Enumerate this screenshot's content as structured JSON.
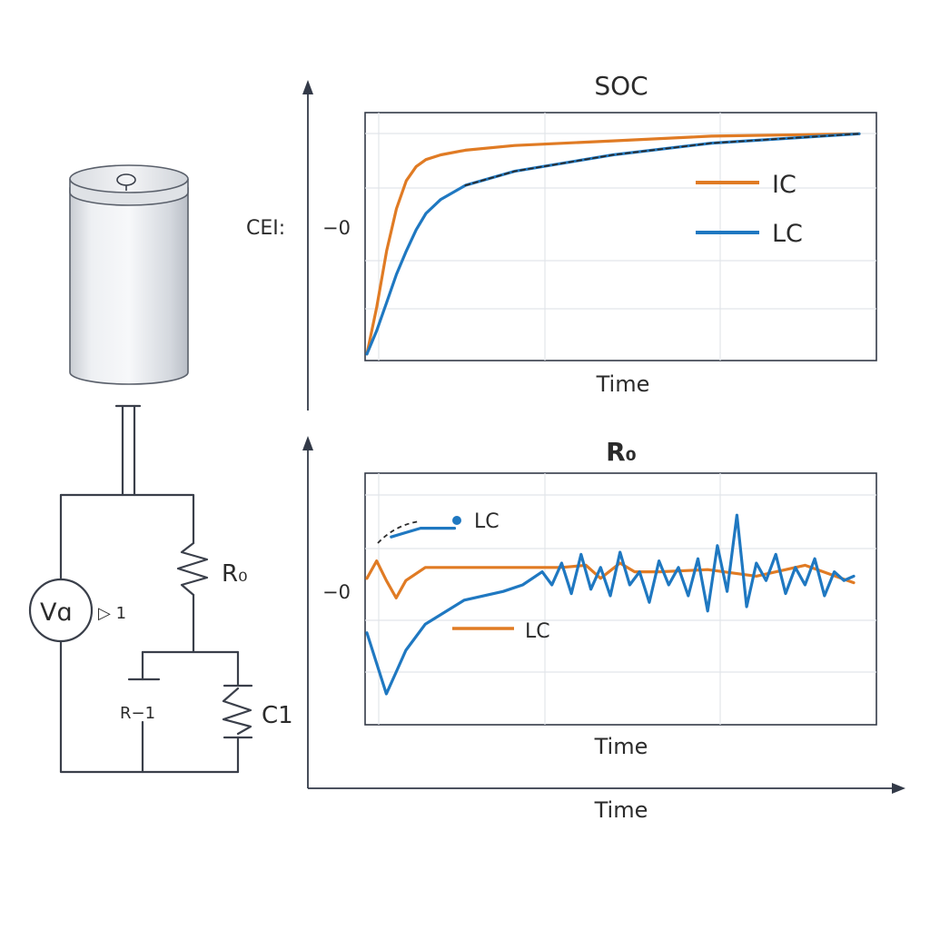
{
  "diagram": {
    "circuit": {
      "source_label": "Vɑ",
      "source_arrow_label": "▷ 1",
      "r0_label": "R₀",
      "r1_label": "R−1",
      "c1_label": "C1"
    },
    "y_axis_label": "CEI:",
    "x_axis_label": "Time"
  },
  "chart_data": [
    {
      "type": "line",
      "title": "SOC",
      "xlabel": "Time",
      "ylabel": "",
      "ytick_labels": [
        "−0"
      ],
      "legend_position": "right",
      "grid": true,
      "xlim": [
        0,
        1
      ],
      "ylim": [
        0,
        1
      ],
      "series": [
        {
          "name": "IC",
          "color": "#e07b24",
          "x": [
            0.0,
            0.02,
            0.04,
            0.06,
            0.08,
            0.1,
            0.12,
            0.15,
            0.2,
            0.3,
            0.5,
            0.7,
            1.0
          ],
          "y": [
            0.02,
            0.22,
            0.46,
            0.64,
            0.76,
            0.82,
            0.85,
            0.87,
            0.89,
            0.91,
            0.93,
            0.95,
            0.96
          ]
        },
        {
          "name": "LC",
          "color": "#1f78c1",
          "x": [
            0.0,
            0.02,
            0.04,
            0.06,
            0.08,
            0.1,
            0.12,
            0.15,
            0.2,
            0.3,
            0.5,
            0.7,
            1.0
          ],
          "y": [
            0.02,
            0.12,
            0.24,
            0.36,
            0.46,
            0.55,
            0.62,
            0.68,
            0.74,
            0.8,
            0.87,
            0.92,
            0.96
          ]
        },
        {
          "name": "",
          "color": "#2b2b2b",
          "dashed": true,
          "x": [
            0.2,
            0.3,
            0.5,
            0.7,
            1.0
          ],
          "y": [
            0.74,
            0.8,
            0.87,
            0.92,
            0.96
          ]
        }
      ]
    },
    {
      "type": "line",
      "title": "R₀",
      "xlabel": "Time",
      "ylabel": "",
      "ytick_labels": [
        "−0"
      ],
      "grid": true,
      "xlim": [
        0,
        1
      ],
      "ylim": [
        0,
        1
      ],
      "annotations": [
        "LC",
        "LC"
      ],
      "series": [
        {
          "name": "",
          "color": "#e07b24",
          "x": [
            0.0,
            0.02,
            0.04,
            0.06,
            0.08,
            0.12,
            0.2,
            0.3,
            0.4,
            0.45,
            0.48,
            0.52,
            0.55,
            0.6,
            0.7,
            0.8,
            0.9,
            1.0
          ],
          "y": [
            0.63,
            0.71,
            0.62,
            0.54,
            0.62,
            0.68,
            0.68,
            0.68,
            0.68,
            0.69,
            0.63,
            0.7,
            0.66,
            0.66,
            0.67,
            0.64,
            0.69,
            0.61
          ]
        },
        {
          "name": "",
          "color": "#1f78c1",
          "x": [
            0.0,
            0.04,
            0.06,
            0.08,
            0.12,
            0.2,
            0.28,
            0.32,
            0.36,
            0.38,
            0.4,
            0.42,
            0.44,
            0.46,
            0.48,
            0.5,
            0.52,
            0.54,
            0.56,
            0.58,
            0.6,
            0.62,
            0.64,
            0.66,
            0.68,
            0.7,
            0.72,
            0.74,
            0.76,
            0.78,
            0.8,
            0.82,
            0.84,
            0.86,
            0.88,
            0.9,
            0.92,
            0.94,
            0.96,
            0.98,
            1.0
          ],
          "y": [
            0.38,
            0.1,
            0.2,
            0.3,
            0.42,
            0.53,
            0.57,
            0.6,
            0.66,
            0.6,
            0.7,
            0.56,
            0.74,
            0.58,
            0.68,
            0.55,
            0.75,
            0.6,
            0.66,
            0.52,
            0.71,
            0.6,
            0.68,
            0.55,
            0.72,
            0.48,
            0.78,
            0.57,
            0.92,
            0.5,
            0.7,
            0.62,
            0.74,
            0.56,
            0.68,
            0.6,
            0.72,
            0.55,
            0.66,
            0.62,
            0.64
          ]
        },
        {
          "name": "",
          "color": "#1f78c1",
          "x": [
            0.05,
            0.08,
            0.11,
            0.15,
            0.18
          ],
          "y": [
            0.82,
            0.84,
            0.86,
            0.86,
            0.86
          ]
        }
      ]
    }
  ]
}
